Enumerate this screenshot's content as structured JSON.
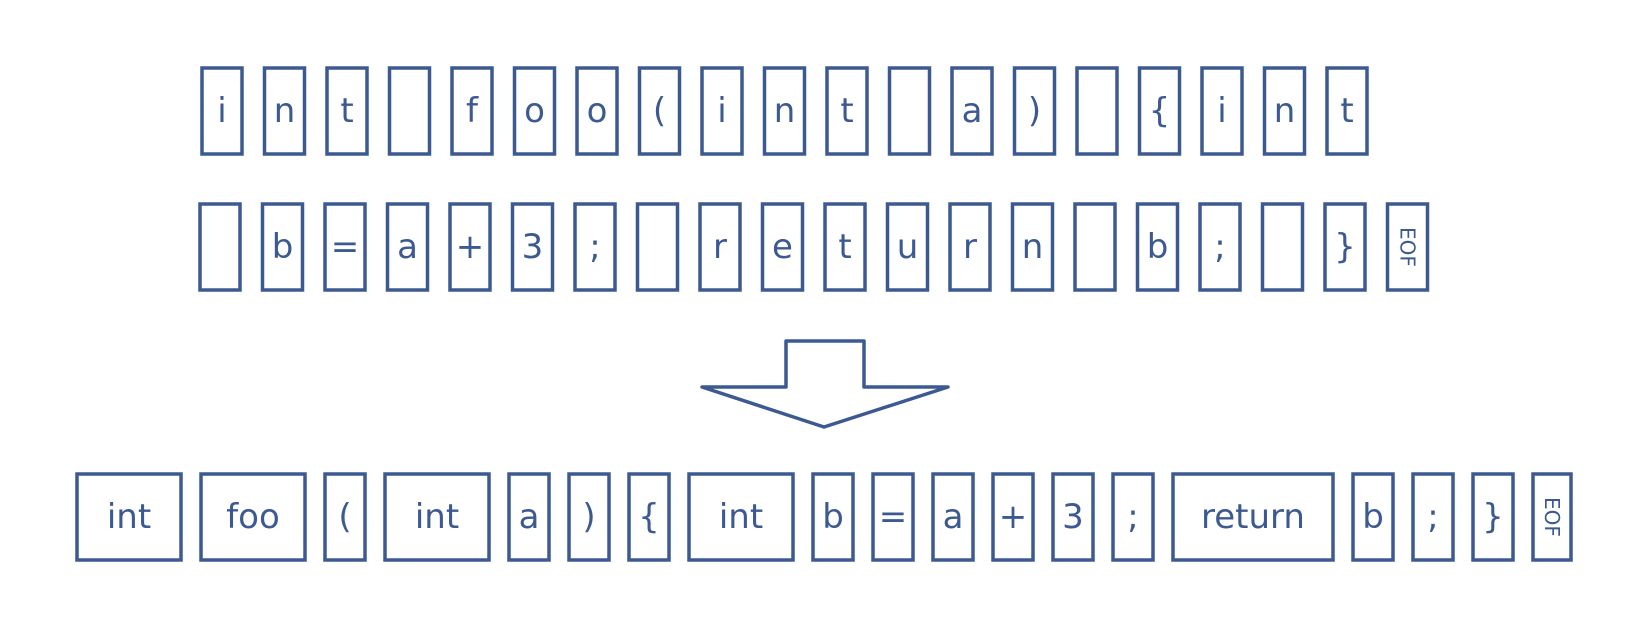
{
  "colors": {
    "stroke": "#3c5a91",
    "text": "#3c5a91",
    "background": "#ffffff"
  },
  "characters_row1": [
    "i",
    "n",
    "t",
    " ",
    "f",
    "o",
    "o",
    "(",
    "i",
    "n",
    "t",
    " ",
    "a",
    ")",
    " ",
    "{",
    "i",
    "n",
    "t"
  ],
  "characters_row2": [
    " ",
    "b",
    "=",
    "a",
    "+",
    "3",
    ";",
    " ",
    "r",
    "e",
    "t",
    "u",
    "r",
    "n",
    " ",
    "b",
    ";",
    " ",
    "}",
    "EOF"
  ],
  "arrow": {
    "direction": "down",
    "icon": "down-arrow-icon"
  },
  "tokens": [
    "int",
    "foo",
    "(",
    "int",
    "a",
    ")",
    "{",
    "int",
    "b",
    "=",
    "a",
    "+",
    "3",
    ";",
    "return",
    "b",
    ";",
    "}",
    "EOF"
  ]
}
